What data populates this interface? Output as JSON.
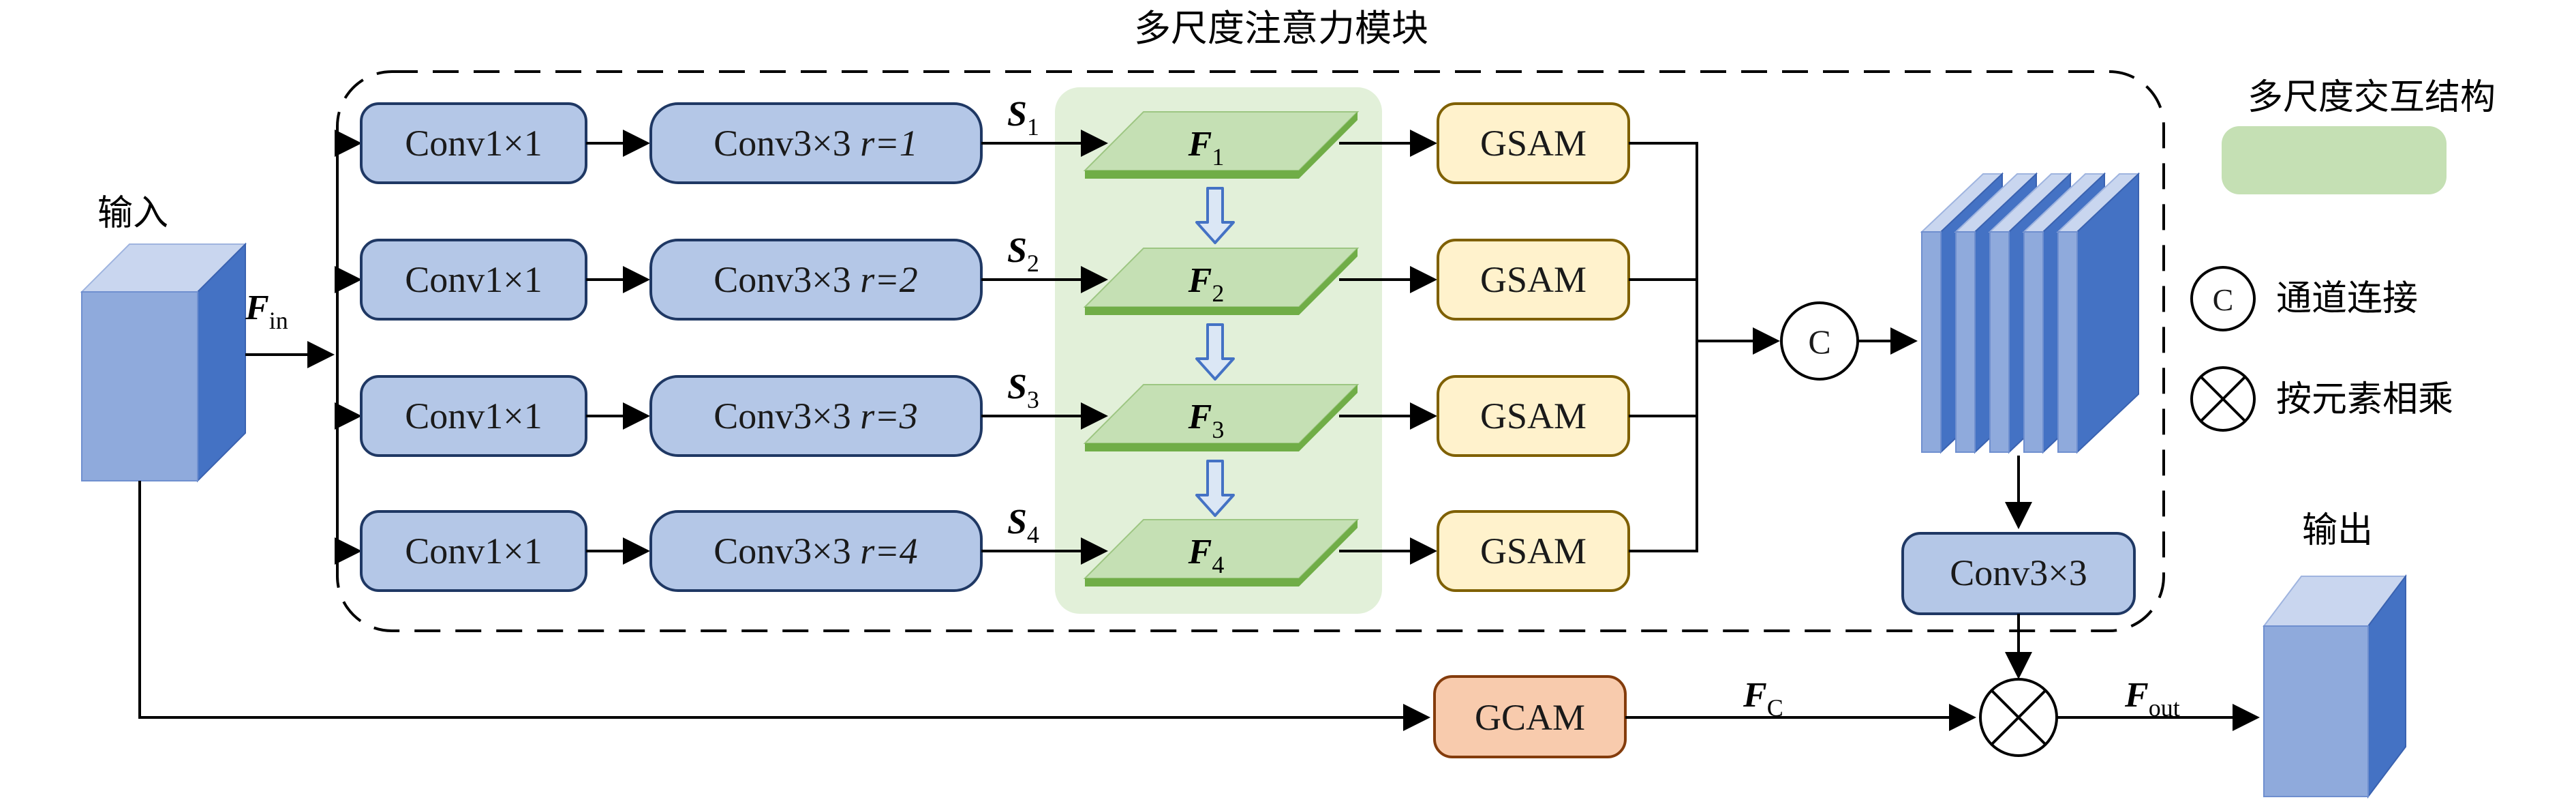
{
  "title": "多尺度注意力模块",
  "input_label": "输入",
  "output_label": "输出",
  "f_in": {
    "main": "F",
    "sub": "in"
  },
  "f_c": {
    "main": "F",
    "sub": "C"
  },
  "f_out": {
    "main": "F",
    "sub": "out"
  },
  "branches": [
    {
      "conv1": "Conv1×1",
      "conv3": "Conv3×3",
      "rate": "r=1",
      "s_main": "S",
      "s_sub": "1",
      "f_main": "F",
      "f_sub": "1",
      "gsam": "GSAM"
    },
    {
      "conv1": "Conv1×1",
      "conv3": "Conv3×3",
      "rate": "r=2",
      "s_main": "S",
      "s_sub": "2",
      "f_main": "F",
      "f_sub": "2",
      "gsam": "GSAM"
    },
    {
      "conv1": "Conv1×1",
      "conv3": "Conv3×3",
      "rate": "r=3",
      "s_main": "S",
      "s_sub": "3",
      "f_main": "F",
      "f_sub": "3",
      "gsam": "GSAM"
    },
    {
      "conv1": "Conv1×1",
      "conv3": "Conv3×3",
      "rate": "r=4",
      "s_main": "S",
      "s_sub": "4",
      "f_main": "F",
      "f_sub": "4",
      "gsam": "GSAM"
    }
  ],
  "concat_symbol": "C",
  "conv_out": "Conv3×3",
  "gcam": "GCAM",
  "legend": {
    "multi_scale": "多尺度交互结构",
    "concat_symbol": "C",
    "concat": "通道连接",
    "multiply": "按元素相乘"
  },
  "colors": {
    "conv_fill": "#b4c7e7",
    "gsam_fill": "#fff2cc",
    "gcam_fill": "#f8cbad",
    "green_region": "#e2f0d9",
    "green_legend": "#c5e0b4",
    "plate_fill": "#c5e0b4",
    "plate_edge": "#70ad47",
    "cube_front": "#8faadc",
    "cube_side": "#4472c4",
    "cube_top": "#c9d6ef"
  }
}
